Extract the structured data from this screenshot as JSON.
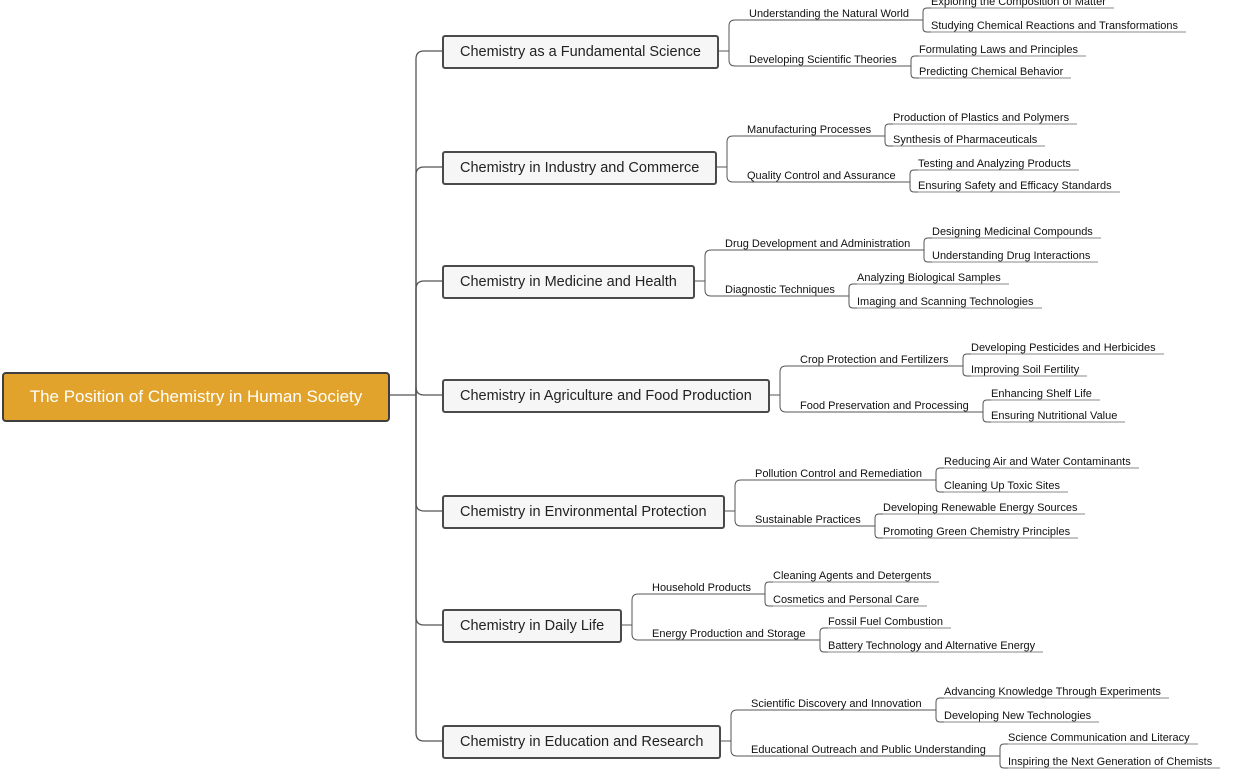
{
  "root": {
    "label": "The Position of Chemistry in Human Society"
  },
  "branches": [
    {
      "label": "Chemistry as a Fundamental Science",
      "subs": [
        {
          "label": "Understanding the Natural World",
          "leaves": [
            "Exploring the Composition of Matter",
            "Studying Chemical Reactions and Transformations"
          ]
        },
        {
          "label": "Developing Scientific Theories",
          "leaves": [
            "Formulating Laws and Principles",
            "Predicting Chemical Behavior"
          ]
        }
      ]
    },
    {
      "label": "Chemistry in Industry and Commerce",
      "subs": [
        {
          "label": "Manufacturing Processes",
          "leaves": [
            "Production of Plastics and Polymers",
            "Synthesis of Pharmaceuticals"
          ]
        },
        {
          "label": "Quality Control and Assurance",
          "leaves": [
            "Testing and Analyzing Products",
            "Ensuring Safety and Efficacy Standards"
          ]
        }
      ]
    },
    {
      "label": "Chemistry in Medicine and Health",
      "subs": [
        {
          "label": "Drug Development and Administration",
          "leaves": [
            "Designing Medicinal Compounds",
            "Understanding Drug Interactions"
          ]
        },
        {
          "label": "Diagnostic Techniques",
          "leaves": [
            "Analyzing Biological Samples",
            "Imaging and Scanning Technologies"
          ]
        }
      ]
    },
    {
      "label": "Chemistry in Agriculture and Food Production",
      "subs": [
        {
          "label": "Crop Protection and Fertilizers",
          "leaves": [
            "Developing Pesticides and Herbicides",
            "Improving Soil Fertility"
          ]
        },
        {
          "label": "Food Preservation and Processing",
          "leaves": [
            "Enhancing Shelf Life",
            "Ensuring Nutritional Value"
          ]
        }
      ]
    },
    {
      "label": "Chemistry in Environmental Protection",
      "subs": [
        {
          "label": "Pollution Control and Remediation",
          "leaves": [
            "Reducing Air and Water Contaminants",
            "Cleaning Up Toxic Sites"
          ]
        },
        {
          "label": "Sustainable Practices",
          "leaves": [
            "Developing Renewable Energy Sources",
            "Promoting Green Chemistry Principles"
          ]
        }
      ]
    },
    {
      "label": "Chemistry in Daily Life",
      "subs": [
        {
          "label": "Household Products",
          "leaves": [
            "Cleaning Agents and Detergents",
            "Cosmetics and Personal Care"
          ]
        },
        {
          "label": "Energy Production and Storage",
          "leaves": [
            "Fossil Fuel Combustion",
            "Battery Technology and Alternative Energy"
          ]
        }
      ]
    },
    {
      "label": "Chemistry in Education and Research",
      "subs": [
        {
          "label": "Scientific Discovery and Innovation",
          "leaves": [
            "Advancing Knowledge Through Experiments",
            "Developing New Technologies"
          ]
        },
        {
          "label": "Educational Outreach and Public Understanding",
          "leaves": [
            "Science Communication and Literacy",
            "Inspiring the Next Generation of Chemists"
          ]
        }
      ]
    }
  ]
}
